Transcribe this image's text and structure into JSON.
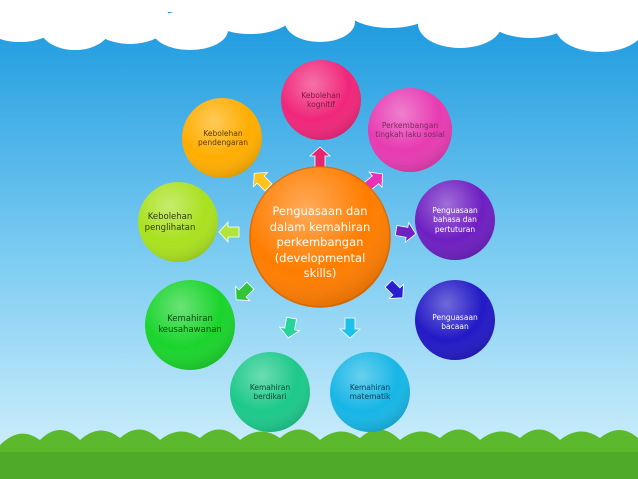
{
  "colors": {
    "sky_top": "#1a9be0",
    "sky_bottom": "#c9ecfa",
    "grass": "#58b82a",
    "center": "#ff7d00"
  },
  "center": {
    "text": "Penguasaan dan\ndalam kemahiran\nperkembangan\n(developmental\nskills)",
    "color": "#ff7d00"
  },
  "nodes": [
    {
      "key": "kognitif",
      "text": "Kebolehan\nkognitif",
      "color": "#f0267a",
      "arrow": "#e8256f"
    },
    {
      "key": "sosial",
      "text": "Perkembangan\ntingkah laku sosial",
      "color": "#e73bb2",
      "arrow": "#e830b6"
    },
    {
      "key": "bahasa",
      "text": "Penguasaan\nbahasa dan\npertuturan",
      "color": "#6e1fc1",
      "arrow": "#6f22c4"
    },
    {
      "key": "bacaan",
      "text": "Penguasaan\nbacaan",
      "color": "#2319c6",
      "arrow": "#2a1fd0"
    },
    {
      "key": "matematik",
      "text": "Kemahiran\nmatematik",
      "color": "#17b6e6",
      "arrow": "#1cc2ea"
    },
    {
      "key": "berdikari",
      "text": "Kemahiran\nberdikari",
      "color": "#1dc98a",
      "arrow": "#28d39a"
    },
    {
      "key": "keusahawanan",
      "text": "Kemahiran\nkeusahawanan",
      "color": "#1ad42c",
      "arrow": "#31c63a"
    },
    {
      "key": "penglihatan",
      "text": "Kebolehan\npenglihatan",
      "color": "#a9e11f",
      "arrow": "#b2e53a"
    },
    {
      "key": "pendengaran",
      "text": "Kebolehan\npendengaran",
      "color": "#ffad00",
      "arrow": "#ffc21a"
    }
  ]
}
